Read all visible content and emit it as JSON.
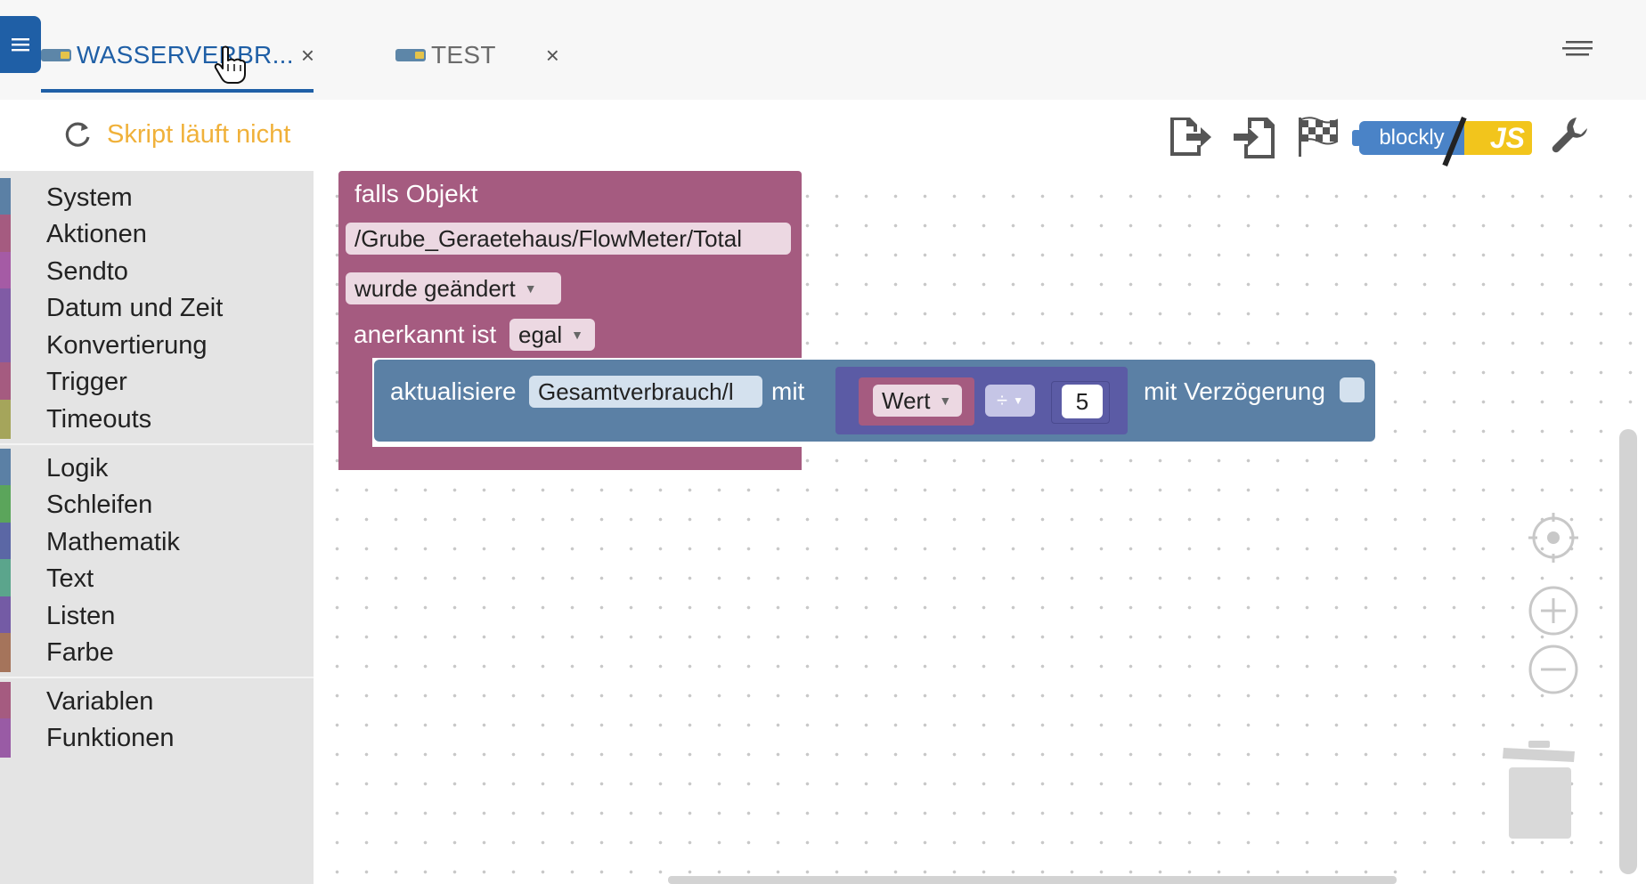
{
  "tabs": [
    {
      "label": "WASSERVERBR...",
      "close": "×",
      "active": true
    },
    {
      "label": "TEST",
      "close": "×",
      "active": false
    }
  ],
  "toolbar": {
    "status_text": "Skript läuft nicht",
    "lang_blockly": "blockly",
    "lang_js": "JS"
  },
  "sidebar": {
    "groups": [
      [
        {
          "label": "System",
          "color": "#5b80a5"
        },
        {
          "label": "Aktionen",
          "color": "#a55b80"
        },
        {
          "label": "Sendto",
          "color": "#a55ba5"
        },
        {
          "label": "Datum und Zeit",
          "color": "#805ba5"
        },
        {
          "label": "Konvertierung",
          "color": "#805ba5"
        },
        {
          "label": "Trigger",
          "color": "#a55b80"
        },
        {
          "label": "Timeouts",
          "color": "#a5a55b"
        }
      ],
      [
        {
          "label": "Logik",
          "color": "#5b80a5"
        },
        {
          "label": "Schleifen",
          "color": "#5ba55b"
        },
        {
          "label": "Mathematik",
          "color": "#5b67a5"
        },
        {
          "label": "Text",
          "color": "#5ba58c"
        },
        {
          "label": "Listen",
          "color": "#745ba5"
        },
        {
          "label": "Farbe",
          "color": "#a5745b"
        }
      ],
      [
        {
          "label": "Variablen",
          "color": "#a55b80"
        },
        {
          "label": "Funktionen",
          "color": "#995ba5"
        }
      ]
    ]
  },
  "blocks": {
    "event": {
      "title": "falls Objekt",
      "object_id": "/Grube_Geraetehaus/FlowMeter/Total",
      "condition": "wurde geändert",
      "ack_label": "anerkannt ist",
      "ack_value": "egal",
      "color": "#a55b80"
    },
    "update": {
      "label": "aktualisiere",
      "target": "Gesamtverbrauch/l",
      "with_label": "mit",
      "var_value": "Wert",
      "operator": "÷",
      "number": "5",
      "delay_label": "mit Verzögerung",
      "color": "#5b80a5"
    }
  },
  "icons": {
    "menu": "hamburger-icon",
    "refresh": "refresh-icon",
    "export": "export-icon",
    "import": "import-icon",
    "debug": "checkered-flag-icon",
    "settings": "wrench-icon",
    "center": "crosshair-icon",
    "zoom_in": "zoom-in-icon",
    "zoom_out": "zoom-out-icon",
    "trash": "trash-icon"
  }
}
